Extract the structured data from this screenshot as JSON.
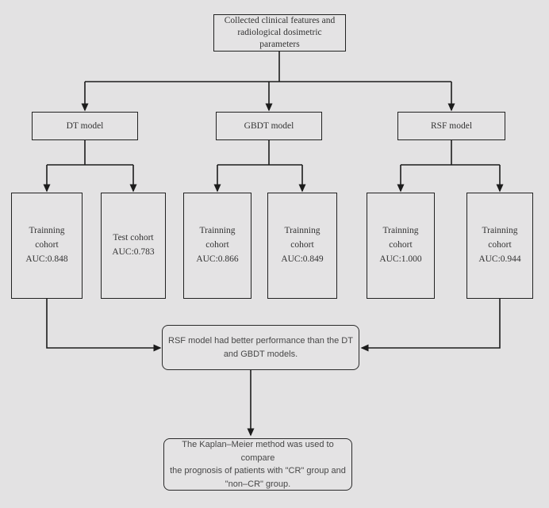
{
  "figure": {
    "type": "flowchart",
    "background_color": "#e3e2e3",
    "line_color": "#1c1c1c",
    "serif_text_color": "#333333",
    "sans_text_color": "#474747"
  },
  "nodes": {
    "collected": "Collected clinical features and\nradiological dosimetric\nparameters",
    "dt_model": "DT model",
    "gbdt_model": "GBDT model",
    "rsf_model": "RSF model",
    "dt_training": "Trainning\ncohort\nAUC:0.848",
    "dt_test": "Test cohort\nAUC:0.783",
    "gbdt_training": "Trainning\ncohort\nAUC:0.866",
    "gbdt_test": "Trainning\ncohort\nAUC:0.849",
    "rsf_training": "Trainning\ncohort\nAUC:1.000",
    "rsf_test": "Trainning\ncohort\nAUC:0.944",
    "conclusion": "RSF model had better performance than the DT\nand GBDT models.",
    "kaplan_meier": "The Kaplan–Meier method was used to compare\nthe prognosis of patients with \"CR\" group  and\n\"non–CR\" group."
  }
}
